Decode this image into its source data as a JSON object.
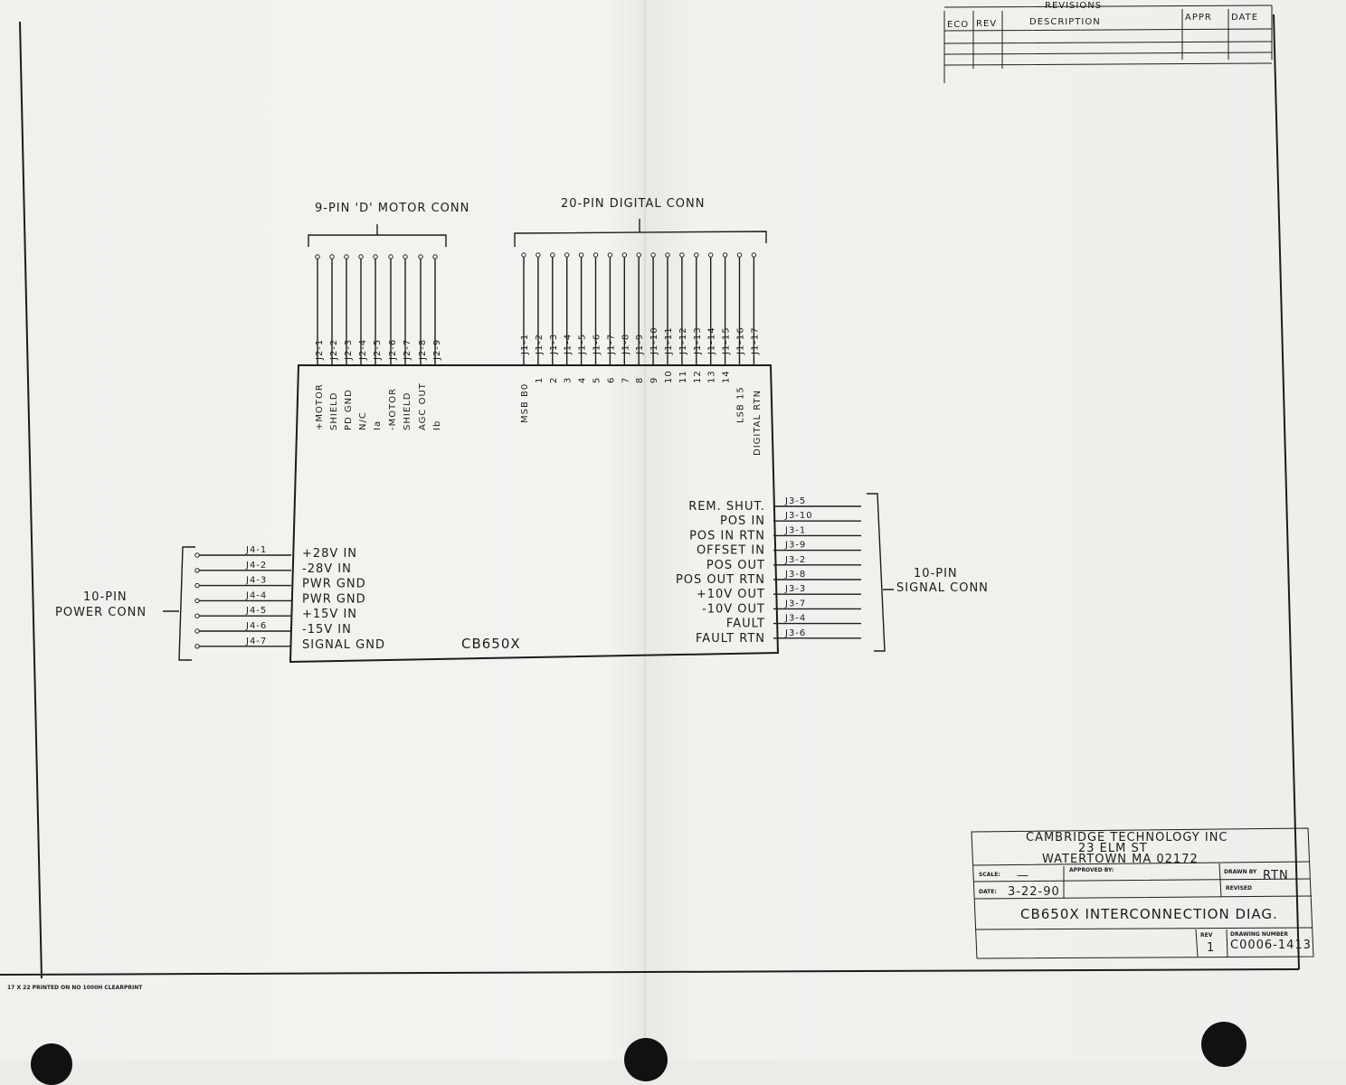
{
  "revisions": {
    "title": "REVISIONS",
    "headers": [
      "ECO",
      "REV",
      "DESCRIPTION",
      "APPR",
      "DATE"
    ]
  },
  "motor_conn": {
    "title": "9-PIN 'D' MOTOR CONN",
    "pins": [
      "J2-1",
      "J2-2",
      "J2-3",
      "J2-4",
      "J2-5",
      "J2-6",
      "J2-7",
      "J2-8",
      "J2-9"
    ],
    "signals": [
      "+MOTOR",
      "SHIELD",
      "PD GND",
      "N/C",
      "Ia",
      "-MOTOR",
      "SHIELD",
      "AGC OUT",
      "Ib"
    ]
  },
  "digital_conn": {
    "title": "20-PIN DIGITAL CONN",
    "pins": [
      "J1-1",
      "J1-2",
      "J1-3",
      "J1-4",
      "J1-5",
      "J1-6",
      "J1-7",
      "J1-8",
      "J1-9",
      "J1-10",
      "J1-11",
      "J1-12",
      "J1-13",
      "J1-14",
      "J1-15",
      "J1-16",
      "J1-17"
    ],
    "signals": [
      "MSB B0",
      "1",
      "2",
      "3",
      "4",
      "5",
      "6",
      "7",
      "8",
      "9",
      "10",
      "11",
      "12",
      "13",
      "14",
      "LSB 15",
      "DIGITAL RTN"
    ]
  },
  "power_conn": {
    "title_line1": "10-PIN",
    "title_line2": "POWER CONN",
    "pins": [
      "J4-1",
      "J4-2",
      "J4-3",
      "J4-4",
      "J4-5",
      "J4-6",
      "J4-7"
    ],
    "signals": [
      "+28V IN",
      "-28V IN",
      "PWR GND",
      "PWR GND",
      "+15V IN",
      "-15V IN",
      "SIGNAL GND"
    ]
  },
  "signal_conn": {
    "title_line1": "10-PIN",
    "title_line2": "SIGNAL CONN",
    "pins": [
      "J3-5",
      "J3-10",
      "J3-1",
      "J3-9",
      "J3-2",
      "J3-8",
      "J3-3",
      "J3-7",
      "J3-4",
      "J3-6"
    ],
    "signals": [
      "REM. SHUT.",
      "POS IN",
      "POS IN RTN",
      "OFFSET IN",
      "POS OUT",
      "POS OUT RTN",
      "+10V OUT",
      "-10V OUT",
      "FAULT",
      "FAULT RTN"
    ]
  },
  "module": {
    "name": "CB650X"
  },
  "title_block": {
    "company": "CAMBRIDGE TECHNOLOGY INC",
    "street": "23 ELM ST",
    "city": "WATERTOWN MA 02172",
    "scale_label": "SCALE:",
    "scale_value": "—",
    "approved_label": "APPROVED BY:",
    "drawn_label": "DRAWN BY",
    "drawn_value": "RTN",
    "date_label": "DATE:",
    "date_value": "3-22-90",
    "revised_label": "REVISED",
    "drawing_title": "CB650X INTERCONNECTION DIAG.",
    "rev_label": "REV",
    "rev_value": "1",
    "number_label": "DRAWING NUMBER",
    "number_value": "C0006-1413"
  },
  "footer_note": "17 X 22 PRINTED ON NO 1000H CLEARPRINT"
}
